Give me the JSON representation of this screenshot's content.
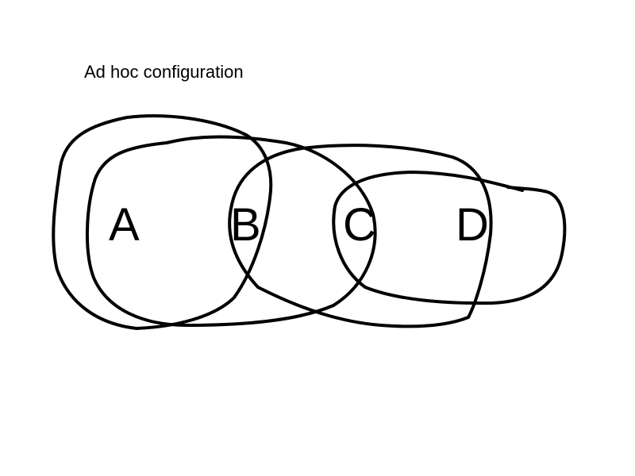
{
  "title": "Ad hoc configuration",
  "sets": [
    {
      "id": "A",
      "label": "A"
    },
    {
      "id": "B",
      "label": "B"
    },
    {
      "id": "C",
      "label": "C"
    },
    {
      "id": "D",
      "label": "D"
    }
  ],
  "colors": {
    "stroke": "#000000",
    "background": "#ffffff"
  }
}
